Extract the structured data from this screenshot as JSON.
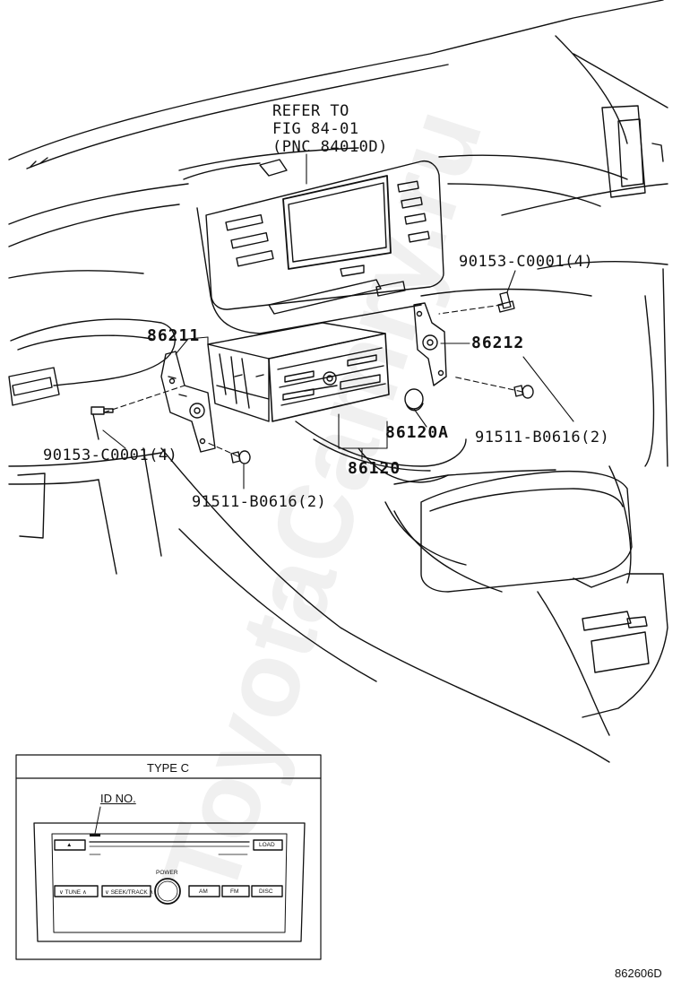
{
  "callouts": {
    "refer_line1": "REFER TO",
    "refer_line2": "FIG 84-01",
    "refer_line3": "(PNC 84010D)",
    "bolt_top_right": "90153-C0001(4)",
    "bracket_right": "86212",
    "bracket_left": "86211",
    "bolt_left": "90153-C0001(4)",
    "knob": "86120A",
    "radio": "86120",
    "screw_right": "91511-B0616(2)",
    "screw_left": "91511-B0616(2)"
  },
  "inset": {
    "title": "TYPE C",
    "id_label": "ID NO.",
    "buttons": {
      "eject": "▲",
      "load": "LOAD",
      "tune": "∨  TUNE  ∧",
      "seek": "∨ SEEK/TRACK ∧",
      "power": "POWER",
      "am": "AM",
      "fm": "FM",
      "disc": "DISC"
    }
  },
  "footer_code": "862606D",
  "watermark": "ToyotaCamry.ru"
}
